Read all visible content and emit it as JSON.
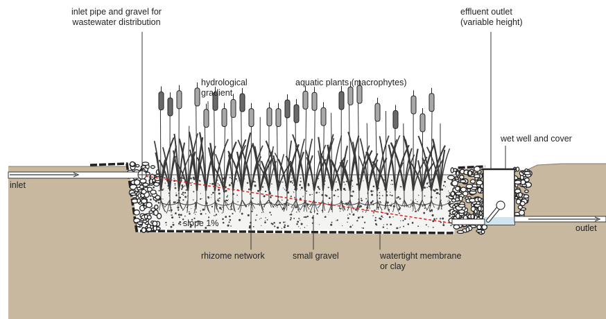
{
  "labels": {
    "inlet_pipe": "inlet pipe and gravel for\nwastewater distribution",
    "effluent_outlet": "effluent outlet\n(variable height)",
    "hydrological_gradient": "hydrological\ngradient",
    "aquatic_plants": "aquatic plants (macrophytes)",
    "wet_well": "wet well and cover",
    "inlet": "inlet",
    "outlet": "outlet",
    "slope": "slope 1%",
    "rhizome_network": "rhizome network",
    "small_gravel": "small gravel",
    "membrane": "watertight membrane\nor clay"
  },
  "colors": {
    "soil": "#c8b89f",
    "gravel_fill": "#f4f4f2",
    "membrane": "#222222",
    "gradient_line": "#e02020",
    "water": "#cfe6f2",
    "reed_head": "#a8a8a8",
    "leaf": "#3a3a3a"
  }
}
